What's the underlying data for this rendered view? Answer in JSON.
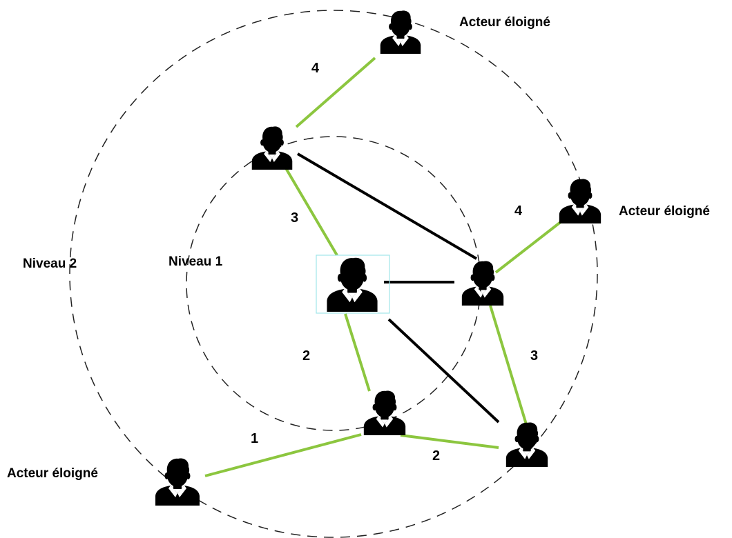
{
  "diagram": {
    "colors": {
      "weak_tie": "#8cc63f",
      "strong_tie": "#000000",
      "ring": "#222222",
      "focus_box": "#9fe6ea"
    },
    "rings": [
      {
        "id": "level-1",
        "label": "Niveau 1"
      },
      {
        "id": "level-2",
        "label": "Niveau 2"
      }
    ],
    "actors": [
      {
        "id": "ego",
        "focus": true
      },
      {
        "id": "a-top"
      },
      {
        "id": "a-right"
      },
      {
        "id": "a-bottom"
      },
      {
        "id": "a-bottomright"
      },
      {
        "id": "far-top",
        "label": "Acteur éloigné"
      },
      {
        "id": "far-right",
        "label": "Acteur éloigné"
      },
      {
        "id": "far-left",
        "label": "Acteur éloigné"
      }
    ],
    "edges": [
      {
        "from": "far-top",
        "to": "a-top",
        "type": "weak",
        "label": "4"
      },
      {
        "from": "a-top",
        "to": "ego",
        "type": "weak",
        "label": "3"
      },
      {
        "from": "a-top",
        "to": "a-right",
        "type": "strong"
      },
      {
        "from": "ego",
        "to": "a-right",
        "type": "strong"
      },
      {
        "from": "far-right",
        "to": "a-right",
        "type": "weak",
        "label": "4"
      },
      {
        "from": "a-right",
        "to": "a-bottomright",
        "type": "weak",
        "label": "3"
      },
      {
        "from": "ego",
        "to": "a-bottom",
        "type": "weak",
        "label": "2"
      },
      {
        "from": "ego",
        "to": "a-bottomright",
        "type": "strong"
      },
      {
        "from": "a-bottom",
        "to": "a-bottomright",
        "type": "weak",
        "label": "2"
      },
      {
        "from": "far-left",
        "to": "a-bottom",
        "type": "weak",
        "label": "1"
      }
    ]
  }
}
